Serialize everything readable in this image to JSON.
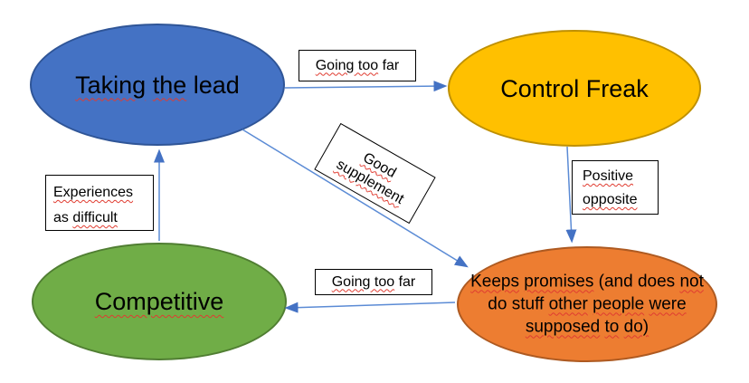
{
  "diagram": {
    "background": "#FFFFFF",
    "arrow_line_color": "#5B8BD5",
    "arrow_head_color": "#4472C4",
    "spellcheck_underline_color": "#E03C31",
    "nodes": {
      "taking_the_lead": {
        "fill": "#4472C4",
        "border": "#2F5597",
        "w1": "Taking",
        "w2": "the",
        "w3": "lead"
      },
      "control_freak": {
        "fill": "#FFC000",
        "border": "#BF9000",
        "label": "Control Freak"
      },
      "competitive": {
        "fill": "#70AD47",
        "border": "#507E32",
        "label": "Competitive"
      },
      "keeps_promises": {
        "fill": "#ED7D31",
        "border": "#AE5A21",
        "l1w1": "Keeps",
        "l1w2": "promises",
        "l1w3": "(and",
        "l1w4": "does",
        "l1w5": "not",
        "l2w1": "do",
        "l2w2": "stuff",
        "l2w3": "other",
        "l2w4": "people",
        "l2w5": "were",
        "l3w1": "supposed",
        "l3w2": "to",
        "l3w3": "do)"
      }
    },
    "connector_labels": {
      "going_too_far_top": {
        "wavy": "Going too",
        "plain": "far"
      },
      "good_supplement": {
        "w1": "Good",
        "w2": "supplement"
      },
      "positive_opposite": {
        "w1": "Positive",
        "w2": "opposite"
      },
      "experiences_as_difficult": {
        "w1": "Experiences",
        "w2a": "as",
        "w2b": "difficult"
      },
      "going_too_far_bottom": {
        "wavy": "Going too",
        "plain": "far"
      }
    }
  }
}
